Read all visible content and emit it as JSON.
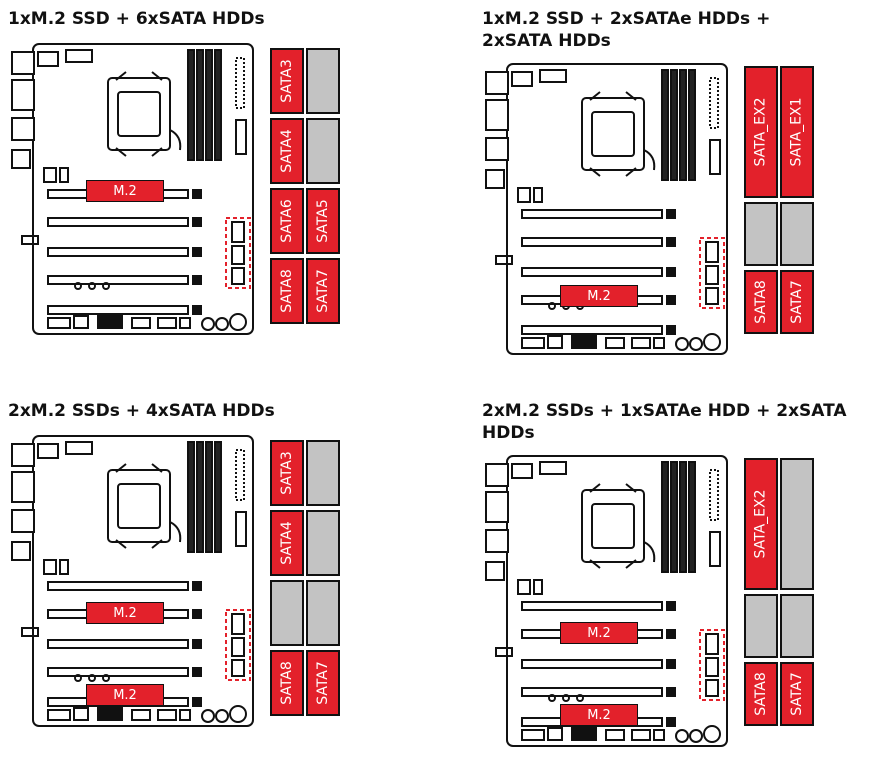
{
  "panels": [
    {
      "title": "1xM.2 SSD + 6xSATA HDDs",
      "m2_labels": [
        "M.2"
      ],
      "sata_blocks": [
        {
          "cells": [
            {
              "label": "SATA3",
              "state": "red"
            },
            {
              "label": "",
              "state": "gray"
            }
          ]
        },
        {
          "cells": [
            {
              "label": "SATA4",
              "state": "red"
            },
            {
              "label": "",
              "state": "gray"
            }
          ]
        },
        {
          "cells": [
            {
              "label": "SATA6",
              "state": "red"
            },
            {
              "label": "SATA5",
              "state": "red"
            }
          ]
        },
        {
          "cells": [
            {
              "label": "SATA8",
              "state": "red"
            },
            {
              "label": "SATA7",
              "state": "red"
            }
          ]
        }
      ]
    },
    {
      "title": "1xM.2 SSD + 2xSATAe HDDs +\n2xSATA HDDs",
      "m2_labels": [
        "M.2"
      ],
      "sata_blocks": [
        {
          "cells": [
            {
              "label": "SATA_EX2",
              "state": "red"
            },
            {
              "label": "SATA_EX1",
              "state": "red"
            }
          ]
        },
        {
          "cells": [
            {
              "label": "",
              "state": "gray"
            },
            {
              "label": "",
              "state": "gray"
            }
          ]
        },
        {
          "cells": [
            {
              "label": "SATA8",
              "state": "red"
            },
            {
              "label": "SATA7",
              "state": "red"
            }
          ]
        }
      ]
    },
    {
      "title": "2xM.2 SSDs + 4xSATA HDDs",
      "m2_labels": [
        "M.2",
        "M.2"
      ],
      "sata_blocks": [
        {
          "cells": [
            {
              "label": "SATA3",
              "state": "red"
            },
            {
              "label": "",
              "state": "gray"
            }
          ]
        },
        {
          "cells": [
            {
              "label": "SATA4",
              "state": "red"
            },
            {
              "label": "",
              "state": "gray"
            }
          ]
        },
        {
          "cells": [
            {
              "label": "",
              "state": "gray"
            },
            {
              "label": "",
              "state": "gray"
            }
          ]
        },
        {
          "cells": [
            {
              "label": "SATA8",
              "state": "red"
            },
            {
              "label": "SATA7",
              "state": "red"
            }
          ]
        }
      ]
    },
    {
      "title": "2xM.2 SSDs + 1xSATAe HDD + 2xSATA\nHDDs",
      "m2_labels": [
        "M.2",
        "M.2"
      ],
      "sata_blocks": [
        {
          "cells": [
            {
              "label": "SATA_EX2",
              "state": "red"
            },
            {
              "label": "",
              "state": "gray"
            }
          ]
        },
        {
          "cells": [
            {
              "label": "",
              "state": "gray"
            },
            {
              "label": "",
              "state": "gray"
            }
          ]
        },
        {
          "cells": [
            {
              "label": "SATA8",
              "state": "red"
            },
            {
              "label": "SATA7",
              "state": "red"
            }
          ]
        }
      ]
    }
  ],
  "colors": {
    "active": "#e3212b",
    "inactive": "#c3c3c3",
    "outline": "#111111"
  }
}
